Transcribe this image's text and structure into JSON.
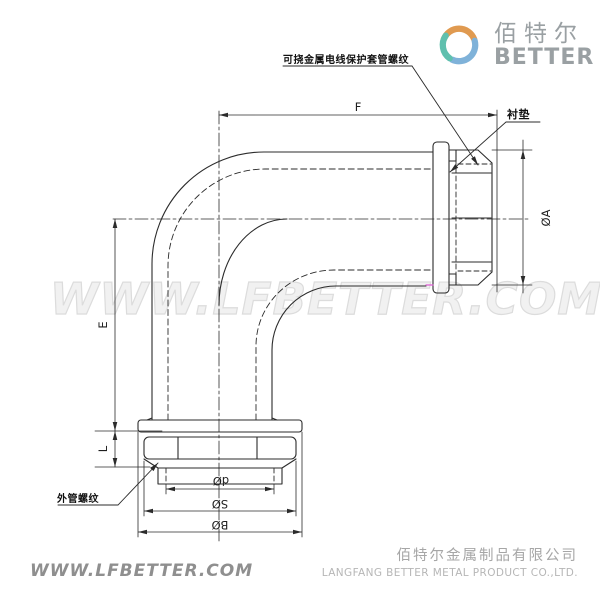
{
  "header": {
    "logo": {
      "icon": "swirl-logo-icon",
      "brand_cn": "佰特尔",
      "brand_en": "BETTER",
      "icon_colors": {
        "orange": "#e09a50",
        "blue": "#7fb2d9",
        "teal": "#5fc0ae"
      },
      "text_color": "#9aa0a3"
    }
  },
  "drawing": {
    "callouts": {
      "thread_top": "可挠金属电线保护套管螺纹",
      "gasket": "衬垫",
      "outer_thread": "外管螺纹"
    },
    "dimensions": {
      "width_top": "F",
      "height_left": "E",
      "length_left_lower": "L",
      "diameter_right": "ØA",
      "bottom": [
        "Ød",
        "ØS",
        "ØB"
      ]
    },
    "line_color": "#2b2b2b"
  },
  "watermark": {
    "text": "WWW.LFBETTER.COM",
    "color": "#dcdcdc"
  },
  "footer": {
    "website": "WWW.LFBETTER.COM",
    "company_cn": "佰特尔金属制品有限公司",
    "company_en": "LANGFANG BETTER METAL PRODUCT CO.,LTD."
  }
}
